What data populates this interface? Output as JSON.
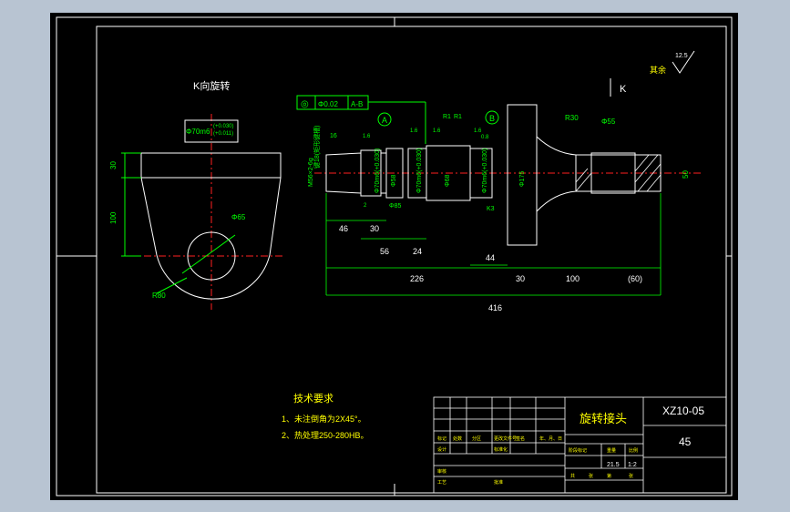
{
  "view_label": "K向旋转",
  "arrow_label": "K",
  "surface": {
    "symbol_value": "12.5",
    "label": "其余"
  },
  "tolerance_frame": {
    "symbol": "◎",
    "value": "Φ0.02",
    "datum": "A-B"
  },
  "datums": [
    "A",
    "B"
  ],
  "side_view": {
    "fit": "Φ70m6",
    "fit_upper": "(+0.030)",
    "fit_lower": "(+0.011)",
    "dims": [
      "30",
      "100",
      "Φ65",
      "R80"
    ]
  },
  "shaft": {
    "thread": "M56×2-6g",
    "keyway": "键18(矩形键槽)",
    "fits": [
      "Φ70m6(+0.030)",
      "Φ70m6(+0.030)",
      "Φ70m6(+0.030)"
    ],
    "diameters": [
      "Φ58",
      "Φ68",
      "Φ175",
      "Φ55",
      "Φ85"
    ],
    "small_dims": [
      "16",
      "1.6",
      "1.6",
      "1.6",
      "1.6",
      "0.8",
      "R1",
      "R1",
      "K3",
      "R30",
      "50",
      "2"
    ],
    "lengths": [
      "46",
      "30",
      "56",
      "24",
      "226",
      "44",
      "30",
      "100",
      "(60)",
      "416"
    ]
  },
  "tech_req": {
    "title": "技术要求",
    "items": [
      "1、未注倒角为2X45°。",
      "2、热处理250-280HB。"
    ]
  },
  "title_block": {
    "part_name": "旋转接头",
    "drawing_no": "XZ10-05",
    "material": "45",
    "weight": "21.5",
    "scale": "1:2",
    "cells": [
      "标记",
      "处数",
      "分区",
      "更改文件号",
      "签名",
      "年、月、日",
      "设计",
      "标准化",
      "阶段标记",
      "重量",
      "比例",
      "审核",
      "工艺",
      "批准",
      "共",
      "张",
      "第",
      "张"
    ]
  },
  "colors": {
    "outline": "#ffffff",
    "dimension": "#00ff00",
    "center": "#ff2020",
    "label": "#ffff00",
    "hatch": "#ffffff"
  }
}
